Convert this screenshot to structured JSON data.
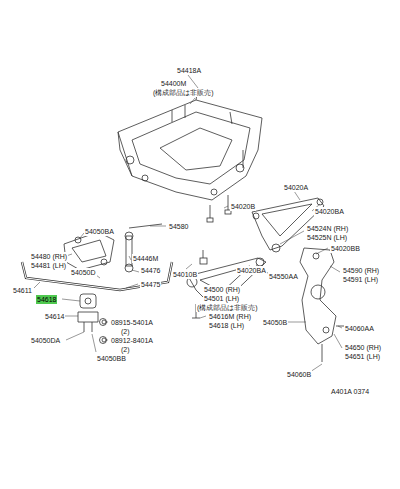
{
  "diagram": {
    "labels": [
      "54418A",
      "54400M",
      "(構成部品は非販売)",
      "54020B",
      "54020A",
      "54020BA",
      "54524N (RH)",
      "54525N (LH)",
      "54020BB",
      "54580",
      "54050BA",
      "54480 (RH)",
      "54481 (LH)",
      "54446M",
      "54050D",
      "54476",
      "54010B",
      "54020BA",
      "54550AA",
      "54590 (RH)",
      "54591 (LH)",
      "54475",
      "54611",
      "54500 (RH)",
      "54501 (LH)",
      "(構成部品は非販売)",
      "54618",
      "54614",
      "54616M (RH)",
      "54618 (LH)",
      "08915-5401A",
      "(2)",
      "54050B",
      "54060AA",
      "08912-8401A",
      "(2)",
      "54050DA",
      "54050BB",
      "54650 (RH)",
      "54651 (LH)",
      "54060B",
      "A401A 0374"
    ]
  }
}
